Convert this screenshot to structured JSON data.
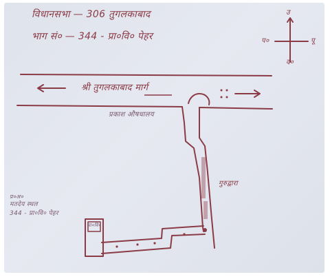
{
  "header": {
    "line1": "विधानसभा — 306 तुगलकाबाद",
    "line2": "भाग सं० — 344 - प्रा०वि० पेहर"
  },
  "compass": {
    "north": "उ",
    "south": "द०",
    "east": "पू",
    "west": "प०"
  },
  "road": {
    "label": "श्री तुगलकाबाद मार्ग",
    "sub_label": "प्रकाश औषधालय"
  },
  "lane": {
    "label": "गुरुद्वारा"
  },
  "legend": {
    "line1": "प्र०अ०",
    "line2": "मतदेय स्थल",
    "line3": "344 - प्रा०वि० पेहर"
  },
  "building": {
    "label": "प्रा०वि०"
  },
  "colors": {
    "ink": "#8a3b46",
    "paper": "#e2e5ee"
  }
}
